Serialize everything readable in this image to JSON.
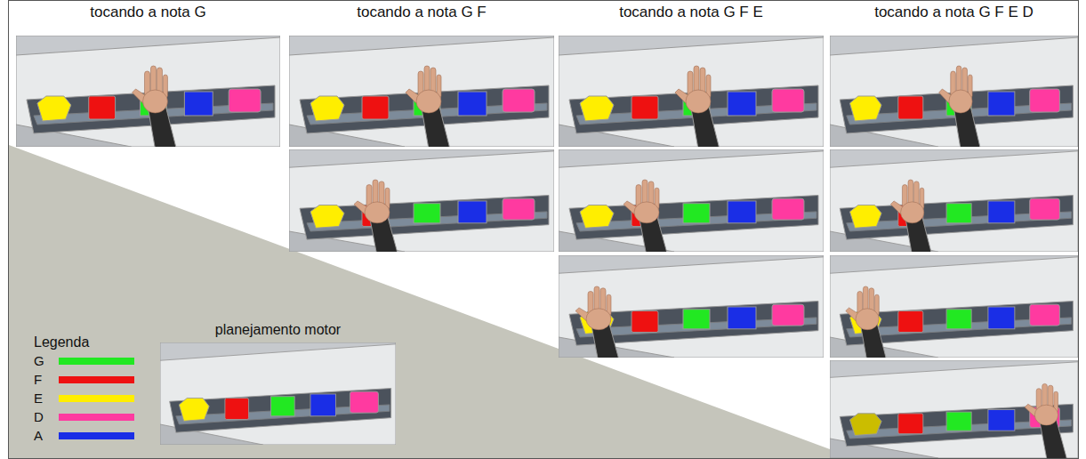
{
  "diagram": {
    "labels": [
      "tocando a nota G",
      "tocando a nota G F",
      "tocando a nota G F E",
      "tocando a nota G F E D",
      "Legenda",
      "planejamento motor"
    ],
    "legend": [
      {
        "text": "G",
        "color": "#22e822"
      },
      {
        "text": "F",
        "color": "#ee1111"
      },
      {
        "text": "E",
        "color": "#ffee00"
      },
      {
        "text": "D",
        "color": "#ff3aa0"
      },
      {
        "text": "A",
        "color": "#1a2ee6"
      }
    ]
  }
}
